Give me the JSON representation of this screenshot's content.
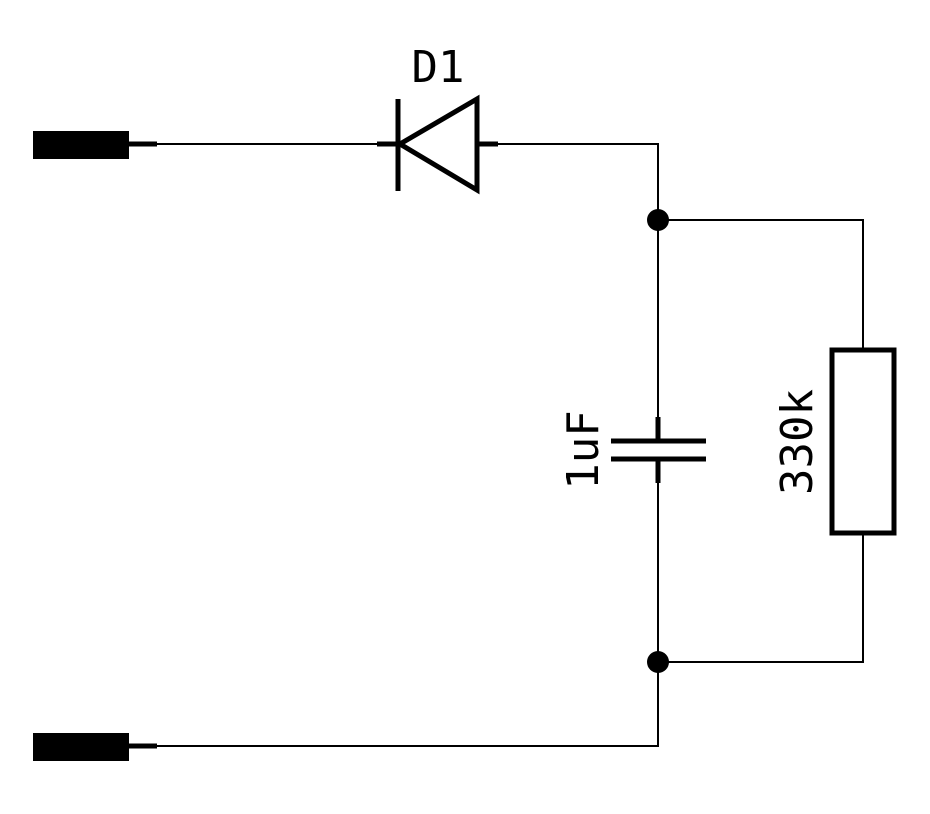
{
  "components": {
    "diode": {
      "designator": "D1"
    },
    "capacitor": {
      "value": "1uF"
    },
    "resistor": {
      "value": "330k"
    }
  },
  "colors": {
    "ink": "#000000",
    "background": "#ffffff"
  },
  "icons": {
    "terminals": "connector-pin-icon",
    "junctions": "junction-dot-icon"
  }
}
